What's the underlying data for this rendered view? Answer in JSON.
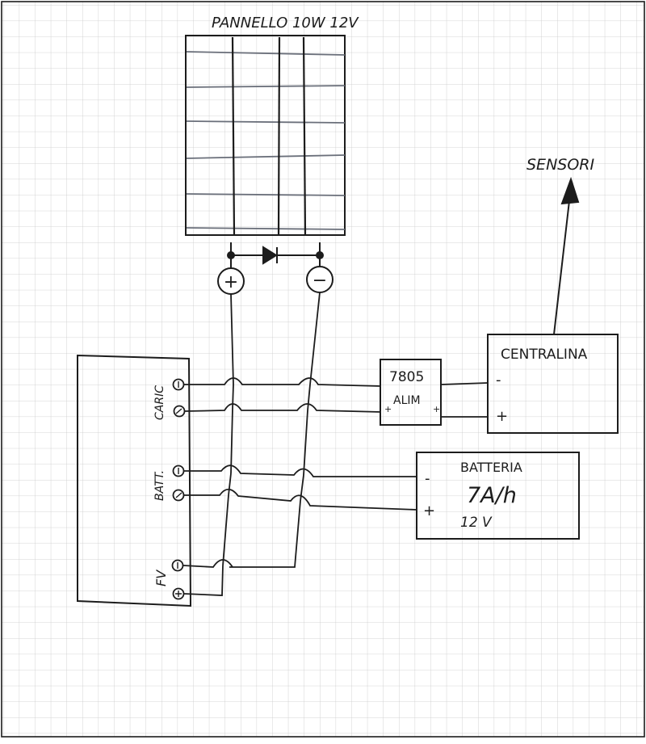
{
  "labels": {
    "panel_title": "PANNELLO 10W 12V",
    "sensors": "SENSORI",
    "controller": "CENTRALINA",
    "regulator_model": "7805",
    "regulator_sub": "ALIM",
    "battery_title": "BATTERIA",
    "battery_capacity": "7A/h",
    "battery_voltage": "12 V",
    "charger_group_load": "CARIC",
    "charger_group_battery": "BATT.",
    "charger_group_pv": "FV",
    "plus": "+",
    "minus": "−",
    "minus_short": "-"
  },
  "colors": {
    "ink": "#1c1c1c",
    "grid": "#c9c9c9",
    "panel_lines": "#6a6f7a",
    "paper": "#ffffff"
  }
}
